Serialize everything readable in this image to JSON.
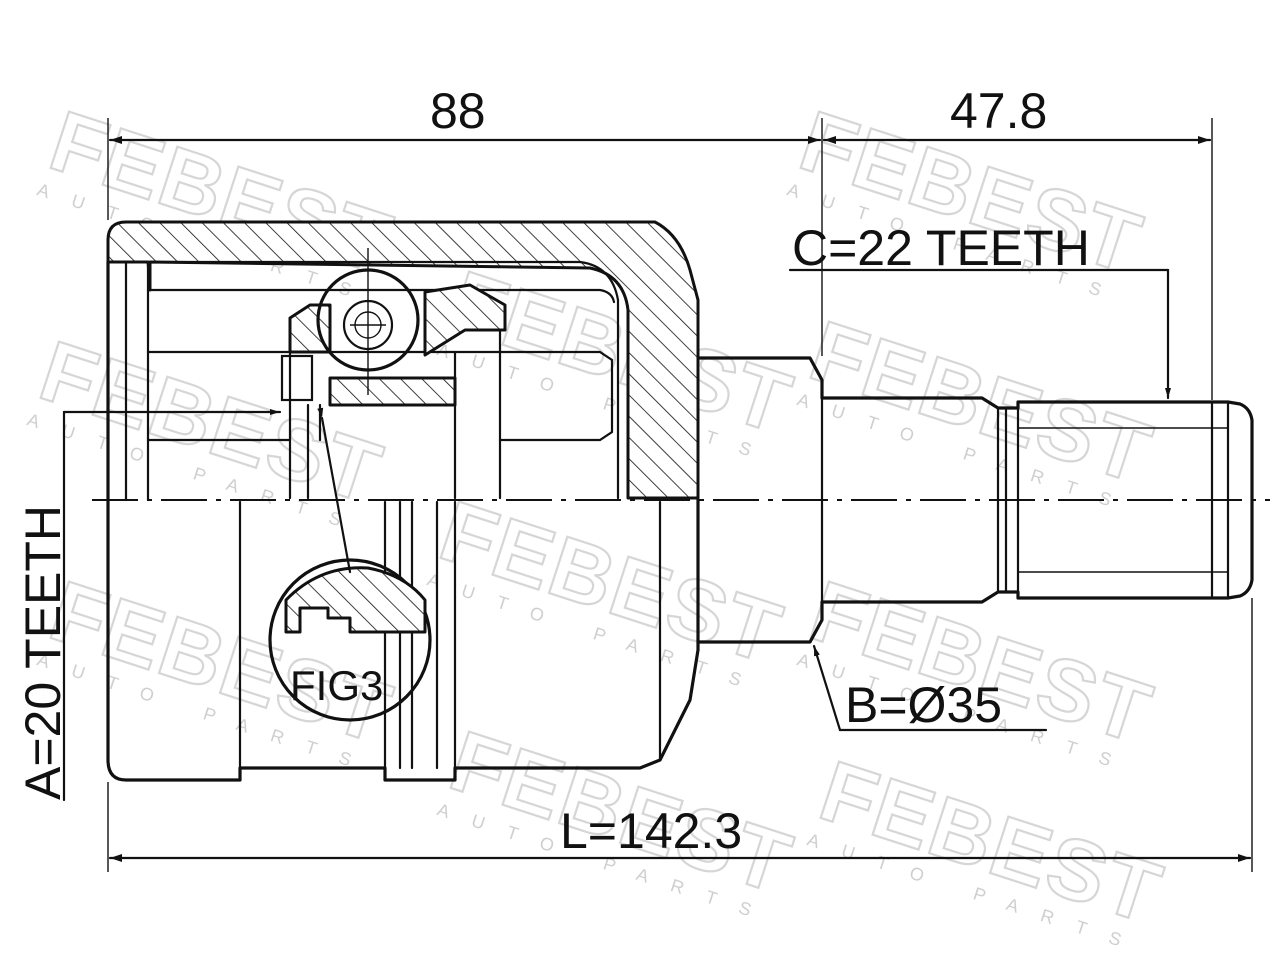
{
  "drawing": {
    "dimensions": {
      "housing_length": "88",
      "spline_length": "47.8",
      "total_length": "L=142.3"
    },
    "callouts": {
      "outer_spline": "C=22 TEETH",
      "shaft_diameter": "B=Ø35",
      "inner_spline": "A=20 TEETH",
      "detail": "FIG3"
    },
    "watermark": {
      "logo": "FEBEST",
      "sub": "AUTO PARTS"
    }
  }
}
